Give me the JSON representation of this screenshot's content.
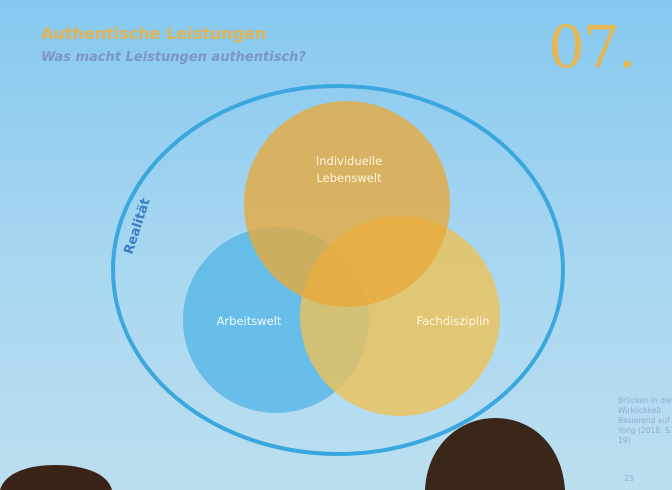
{
  "slide": {
    "title": "Authentische Leistungen",
    "subtitle": "Was macht Leistungen authentisch?",
    "number": "07.",
    "page": "25",
    "source": "Brücken in die Wirklichkeit Basierend auf Yong (2018, S. 19)"
  },
  "diagram": {
    "outer_label": "Realität",
    "circles": [
      {
        "label": "Individuelle",
        "label2": "Lebenswelt",
        "color": "#e8ad3a"
      },
      {
        "label": "Arbeitswelt",
        "color": "#5ab8e6"
      },
      {
        "label": "Fachdisziplin",
        "color": "#eec256"
      }
    ],
    "outer_color": "#3aa7de"
  }
}
